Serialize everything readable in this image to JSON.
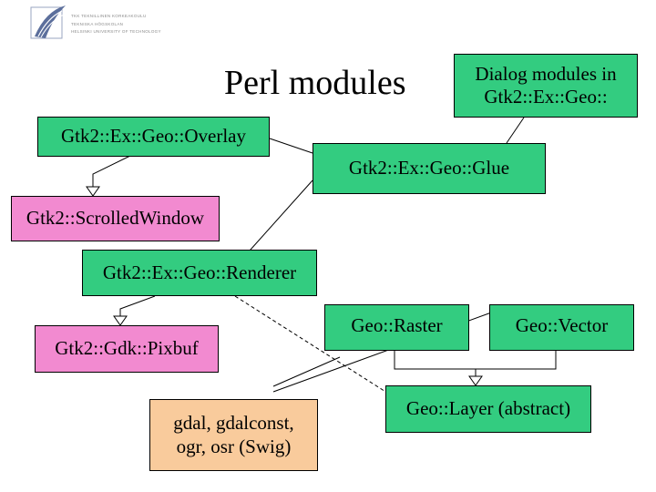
{
  "slide": {
    "title": "Perl modules",
    "logo_lines": [
      "TKK TEKNILLINEN KORKEAKOULU",
      "TEKNISKA HÖGSKOLAN",
      "HELSINKI UNIVERSITY OF TECHNOLOGY"
    ]
  },
  "nodes": {
    "dialog_modules": {
      "line1": "Dialog modules in",
      "line2": "Gtk2::Ex::Geo::"
    },
    "overlay": {
      "label": "Gtk2::Ex::Geo::Overlay"
    },
    "glue": {
      "label": "Gtk2::Ex::Geo::Glue"
    },
    "scrolled_window": {
      "label": "Gtk2::ScrolledWindow"
    },
    "renderer": {
      "label": "Gtk2::Ex::Geo::Renderer"
    },
    "pixbuf": {
      "label": "Gtk2::Gdk::Pixbuf"
    },
    "raster": {
      "label": "Geo::Raster"
    },
    "vector": {
      "label": "Geo::Vector"
    },
    "gdal": {
      "line1": "gdal, gdalconst,",
      "line2": "ogr, osr (Swig)"
    },
    "layer": {
      "label": "Geo::Layer (abstract)"
    }
  },
  "colors": {
    "module_green": "#33cc80",
    "gtk_pink": "#f28ad0",
    "swig_orange": "#f9cb9c"
  }
}
